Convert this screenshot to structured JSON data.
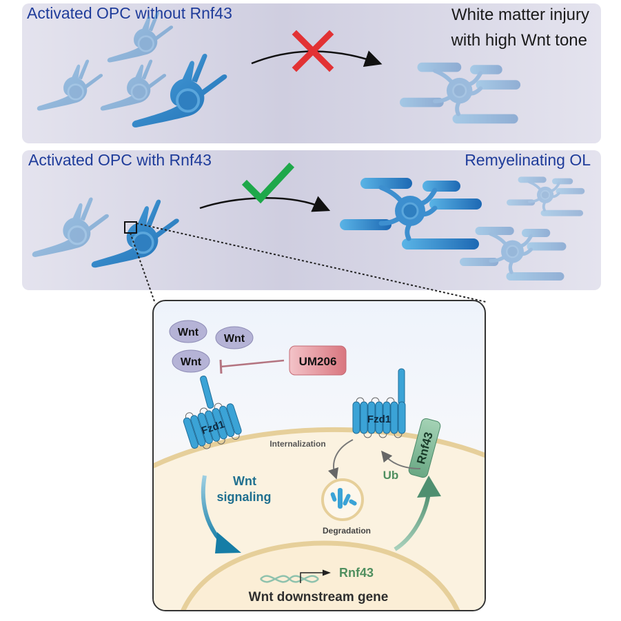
{
  "panels": {
    "top": {
      "title": "Activated OPC without Rnf43",
      "outcome_line1": "White matter injury",
      "outcome_line2": "with high Wnt tone",
      "status_icon": "cross-icon",
      "status_color": "#e23234"
    },
    "middle": {
      "title": "Activated OPC with Rnf43",
      "outcome": "Remyelinating OL",
      "status_icon": "check-icon",
      "status_color": "#1ea84a"
    }
  },
  "mechanism": {
    "wnt_labels": [
      "Wnt",
      "Wnt",
      "Wnt"
    ],
    "inhibitor": "UM206",
    "receptor_left": "Fzd1",
    "receptor_right": "Fzd1",
    "internalization": "Internalization",
    "ligase": "Rnf43",
    "ub": "Ub",
    "signaling_line1": "Wnt",
    "signaling_line2": "signaling",
    "degradation": "Degradation",
    "gene_product": "Rnf43",
    "gene_caption": "Wnt downstream gene"
  },
  "colors": {
    "panel_bg": "#dcdbe8",
    "opc_blue": "#3d8fcf",
    "title_blue": "#1f3c9a",
    "membrane": "#e8d3a0",
    "inhibitor_pink": "#e3909a",
    "rnf43_green": "#7fb898",
    "signal_teal": "#1f7fa0"
  }
}
